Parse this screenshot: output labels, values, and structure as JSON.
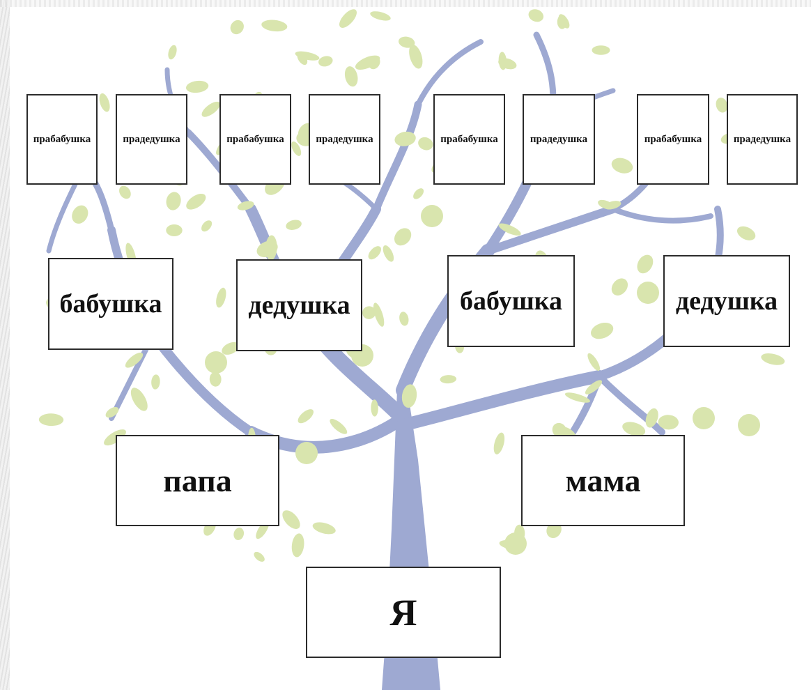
{
  "colors": {
    "trunk": "#9ea9d2",
    "leaf": "#d9e5ae",
    "box_border": "#2b2b2b",
    "text": "#111111"
  },
  "tree": {
    "great_grandparents": [
      {
        "label": "прабабушка"
      },
      {
        "label": "прадедушка"
      },
      {
        "label": "прабабушка"
      },
      {
        "label": "прадедушка"
      },
      {
        "label": "прабабушка"
      },
      {
        "label": "прадедушка"
      },
      {
        "label": "прабабушка"
      },
      {
        "label": "прадедушка"
      }
    ],
    "grandparents": [
      {
        "label": "бабушка"
      },
      {
        "label": "дедушка"
      },
      {
        "label": "бабушка"
      },
      {
        "label": "дедушка"
      }
    ],
    "parents": [
      {
        "label": "папа"
      },
      {
        "label": "мама"
      }
    ],
    "self": {
      "label": "Я"
    }
  }
}
